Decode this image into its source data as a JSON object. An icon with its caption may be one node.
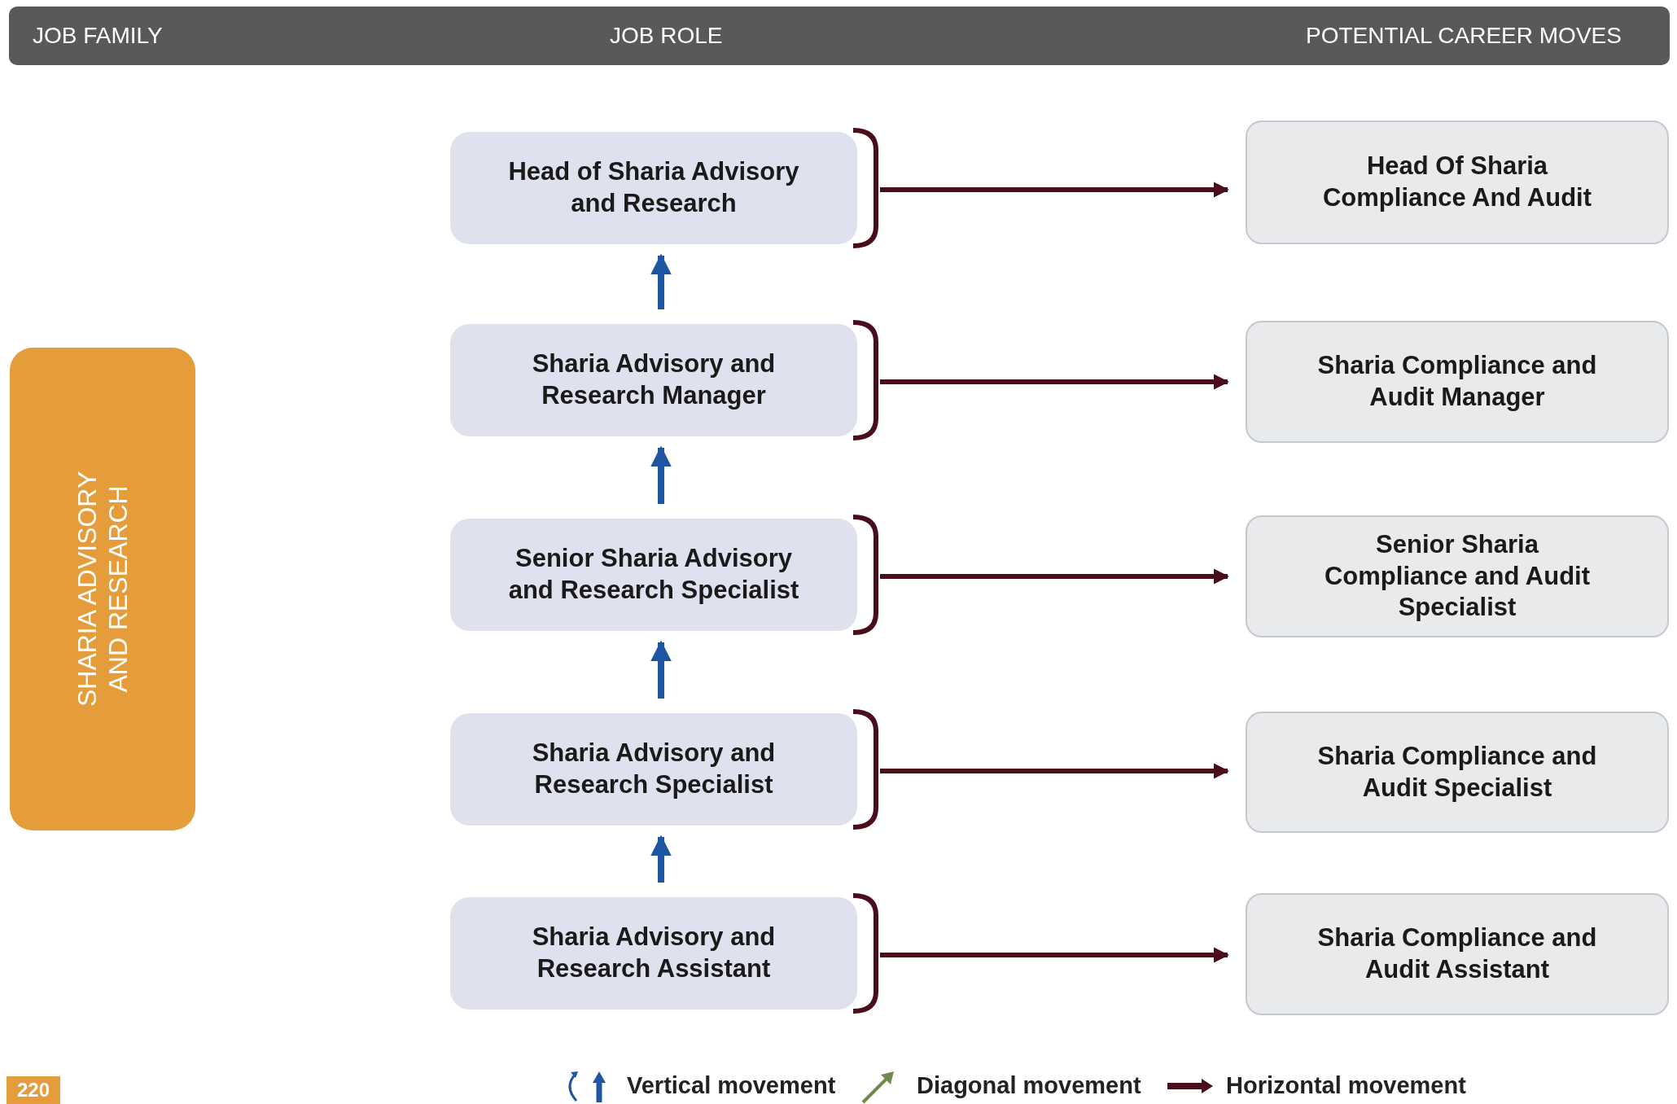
{
  "diagram": {
    "nodes": [
      {
        "text": [
          "SHARIA ADVISORY AND RESEARCH"
        ]
      },
      {
        "text": [
          "Head of Sharia Advisory and Research"
        ]
      },
      {
        "text": [
          "Sharia Advisory and Research Manager"
        ]
      },
      {
        "text": [
          "Senior Sharia Advisory and Research Specialist"
        ]
      },
      {
        "text": [
          "Sharia Advisory and Research Specialist"
        ]
      },
      {
        "text": [
          "Sharia Advisory and Research Assistant"
        ]
      },
      {
        "text": [
          "Head Of Sharia Compliance And Audit"
        ]
      },
      {
        "text": [
          "Sharia Compliance and Audit Manager"
        ]
      },
      {
        "text": [
          "Senior Sharia Compliance and Audit Specialist"
        ]
      },
      {
        "text": [
          "Sharia Compliance and Audit Specialist"
        ]
      },
      {
        "text": [
          "Sharia Compliance and Audit Assistant"
        ]
      }
    ],
    "edges": [
      {
        "from": 1,
        "to": 6,
        "arrow": "to"
      },
      {
        "from": 2,
        "to": 7,
        "arrow": "to"
      },
      {
        "from": 3,
        "to": 8,
        "arrow": "to"
      },
      {
        "from": 4,
        "to": 9,
        "arrow": "to"
      },
      {
        "from": 5,
        "to": 10,
        "arrow": "to"
      },
      {
        "from": 2,
        "to": 1,
        "arrow": "to",
        "color": "#1f56a4"
      },
      {
        "from": 3,
        "to": 2,
        "arrow": "to",
        "color": "#1f56a4"
      },
      {
        "from": 4,
        "to": 3,
        "arrow": "to",
        "color": "#1f56a4"
      },
      {
        "from": 5,
        "to": 4,
        "arrow": "to",
        "color": "#1f56a4"
      }
    ],
    "labels": [
      "JOB FAMILY",
      "JOB ROLE",
      "POTENTIAL CAREER MOVES",
      "220"
    ],
    "legend": [
      {
        "text": "Vertical movement"
      },
      {
        "text": "Diagonal movement"
      },
      {
        "text": "Horizontal movement"
      }
    ]
  }
}
